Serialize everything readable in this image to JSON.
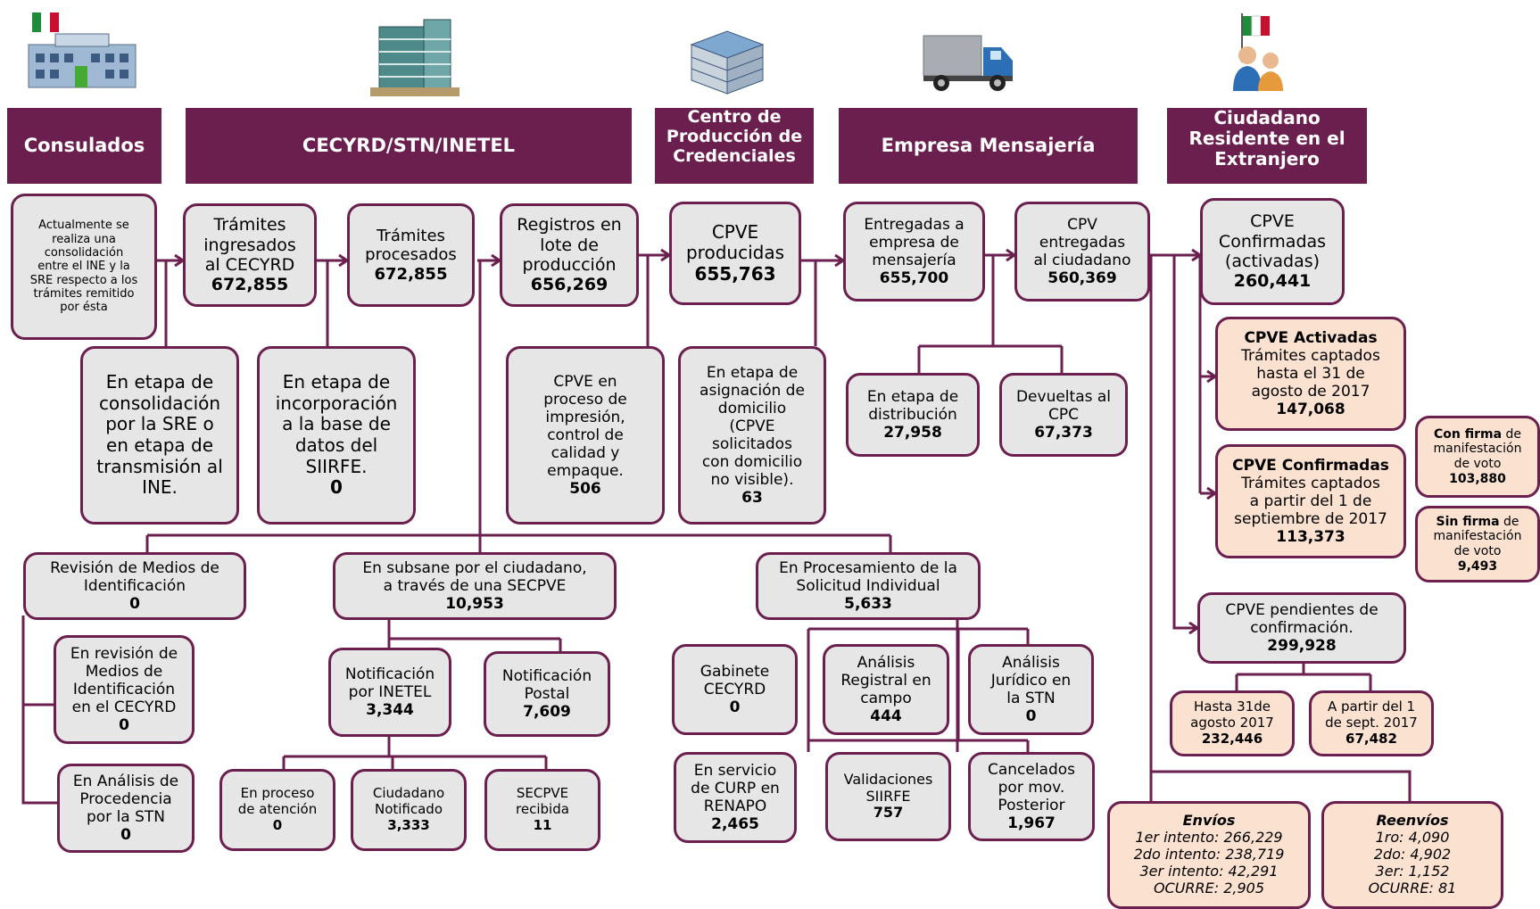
{
  "headers": {
    "consulados": "Consulados",
    "cecyrd": "CECYRD/STN/INETEL",
    "centro": "Centro de\nProducción de\nCredenciales",
    "mensajeria": "Empresa Mensajería",
    "ciudadano": "Ciudadano\nResidente en el\nExtranjero"
  },
  "icons": [
    "consulate-building-icon",
    "office-tower-icon",
    "production-building-icon",
    "delivery-truck-icon",
    "citizens-flag-icon"
  ],
  "colors": {
    "header": "#6b1f4f",
    "box": "#e6e6e6",
    "highlight": "#fbe1cf",
    "line": "#6b1f4f"
  },
  "boxes": {
    "consolidacion_nota": {
      "label": "Actualmente se\nrealiza una\nconsolidación\nentre el INE y la\nSRE respecto a los\ntrámites remitido\npor ésta"
    },
    "ingresados": {
      "label": "Trámites\ningresados\nal CECYRD",
      "value": "672,855"
    },
    "procesados": {
      "label": "Trámites\nprocesados",
      "value": "672,855"
    },
    "lote": {
      "label": "Registros en\nlote de\nproducción",
      "value": "656,269"
    },
    "producidas": {
      "label": "CPVE\nproducidas",
      "value": "655,763"
    },
    "entregadas_mensajeria": {
      "label": "Entregadas a\nempresa de\nmensajería",
      "value": "655,700"
    },
    "entregadas_ciudadano": {
      "label": "CPV\nentregadas\nal ciudadano",
      "value": "560,369"
    },
    "confirmadas": {
      "label": "CPVE\nConfirmadas\n(activadas)",
      "value": "260,441"
    },
    "etapa_consolidacion": {
      "label": "En etapa de\nconsolidación\npor la SRE o\nen etapa de\ntransmisión al\nINE."
    },
    "etapa_incorporacion": {
      "label": "En etapa de\nincorporación\na la base de\ndatos del\nSIIRFE.",
      "value": "0"
    },
    "impresion": {
      "label": "CPVE en\nproceso de\nimpresión,\ncontrol de\ncalidad y\nempaque.",
      "value": "506"
    },
    "asignacion": {
      "label": "En etapa de\nasignación de\ndomicilio\n(CPVE\nsolicitados\ncon domicilio\nno visible).",
      "value": "63"
    },
    "distribucion": {
      "label": "En etapa de\ndistribución",
      "value": "27,958"
    },
    "devueltas": {
      "label": "Devueltas al\nCPC",
      "value": "67,373"
    },
    "activadas": {
      "title": "CPVE Activadas",
      "label": "Trámites captados\nhasta el 31 de\nagosto de 2017",
      "value": "147,068"
    },
    "confirmadas2": {
      "title": "CPVE Confirmadas",
      "label": "Trámites captados\na partir del 1 de\nseptiembre de 2017",
      "value": "113,373"
    },
    "con_firma": {
      "title": "Con firma",
      "rest": " de\nmanifestación\nde voto",
      "value": "103,880"
    },
    "sin_firma": {
      "title": "Sin firma",
      "rest": " de\nmanifestación\nde voto",
      "value": "9,493"
    },
    "pendientes": {
      "label": "CPVE pendientes de\nconfirmación.",
      "value": "299,928"
    },
    "hasta31": {
      "label": "Hasta 31de\nagosto 2017",
      "value": "232,446"
    },
    "apartir1": {
      "label": "A partir del 1\nde sept. 2017",
      "value": "67,482"
    },
    "revision_medios": {
      "label": "Revisión de Medios de\nIdentificación",
      "value": "0"
    },
    "revision_cecyrd": {
      "label": "En revisión de\nMedios de\nIdentificación\nen el CECYRD",
      "value": "0"
    },
    "analisis_stn": {
      "label": "En Análisis de\nProcedencia\npor la STN",
      "value": "0"
    },
    "subsane": {
      "label": "En subsane por el ciudadano,\na través de una SECPVE",
      "value": "10,953"
    },
    "notif_inetel": {
      "label": "Notificación\npor INETEL",
      "value": "3,344"
    },
    "notif_postal": {
      "label": "Notificación\nPostal",
      "value": "7,609"
    },
    "proceso_atencion": {
      "label": "En proceso\nde atención",
      "value": "0"
    },
    "ciudadano_notificado": {
      "label": "Ciudadano\nNotificado",
      "value": "3,333"
    },
    "secpve_recibida": {
      "label": "SECPVE\nrecibida",
      "value": "11"
    },
    "procesamiento": {
      "label": "En Procesamiento de la\nSolicitud Individual",
      "value": "5,633"
    },
    "gabinete": {
      "label": "Gabinete\nCECYRD",
      "value": "0"
    },
    "analisis_registral": {
      "label": "Análisis\nRegistral en\ncampo",
      "value": "444"
    },
    "analisis_juridico": {
      "label": "Análisis\nJurídico en\nla STN",
      "value": "0"
    },
    "curp": {
      "label": "En servicio\nde CURP en\nRENAPO",
      "value": "2,465"
    },
    "validaciones": {
      "label": "Validaciones\nSIIRFE",
      "value": "757"
    },
    "cancelados": {
      "label": "Cancelados\npor mov.\nPosterior",
      "value": "1,967"
    }
  },
  "envios": {
    "title": "Envíos",
    "lines": [
      "1er intento: 266,229",
      "2do intento: 238,719",
      "3er intento: 42,291",
      "OCURRE: 2,905"
    ]
  },
  "reenvios": {
    "title": "Reenvíos",
    "lines": [
      "1ro: 4,090",
      "2do: 4,902",
      "3er: 1,152",
      "OCURRE: 81"
    ]
  }
}
